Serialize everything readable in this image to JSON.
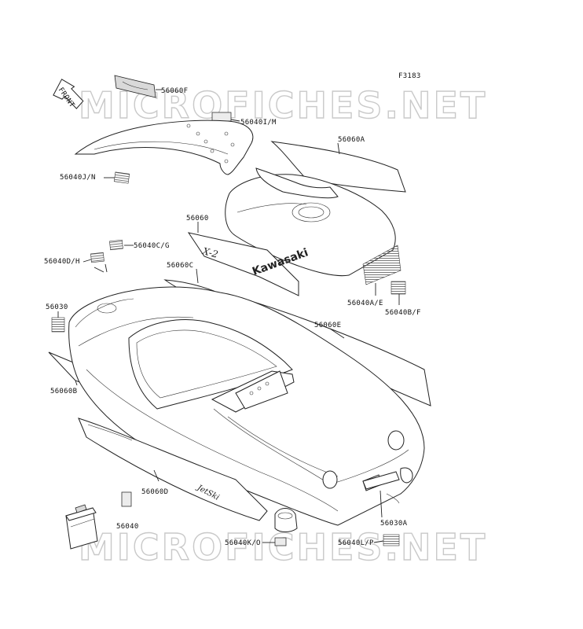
{
  "figure_id": "F3183",
  "watermark": "MICROFICHES.NET",
  "front_arrow_text": "FRONT",
  "decal_texts": {
    "brand": "Kawasaki",
    "model": "X-2",
    "side_logo": "JetSki"
  },
  "parts": [
    {
      "label": "56060F"
    },
    {
      "label": "56040I/M"
    },
    {
      "label": "56060A"
    },
    {
      "label": "56040J/N"
    },
    {
      "label": "56060"
    },
    {
      "label": "56040C/G"
    },
    {
      "label": "56040D/H"
    },
    {
      "label": "56060C"
    },
    {
      "label": "56040A/E"
    },
    {
      "label": "56040B/F"
    },
    {
      "label": "56030"
    },
    {
      "label": "56060E"
    },
    {
      "label": "56060B"
    },
    {
      "label": "56060D"
    },
    {
      "label": "56040"
    },
    {
      "label": "56030A"
    },
    {
      "label": "56040K/O"
    },
    {
      "label": "56040L/P"
    }
  ]
}
